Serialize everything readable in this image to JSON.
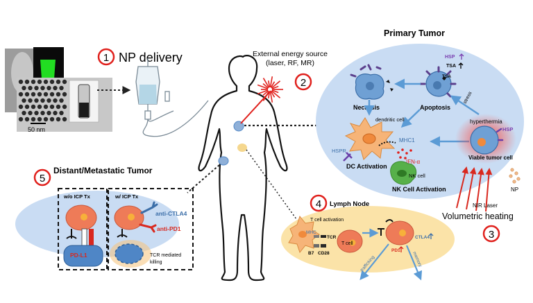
{
  "steps": {
    "s1": {
      "num": "1",
      "label": "NP delivery"
    },
    "s2": {
      "num": "2",
      "label_line1": "External energy source",
      "label_line2": "(laser, RF, MR)"
    },
    "s3": {
      "num": "3",
      "label": "Volumetric heating"
    },
    "s4": {
      "num": "4",
      "label": "Lymph Node"
    },
    "s5": {
      "num": "5",
      "label": "Distant/Metastatic Tumor"
    }
  },
  "photos": {
    "scale_bar": "50 nm"
  },
  "primary_tumor": {
    "title": "Primary Tumor",
    "necrosis": "Necrosis",
    "apoptosis": "Apoptosis",
    "hsp": "HSP",
    "tsa": "TSA",
    "tsa2": "TSA",
    "stress": "stress",
    "dendritic_cell": "dendritic cell",
    "mhc1": "MHC1",
    "hspr": "HSPR",
    "dc_activation": "DC Activation",
    "ifn": "IFN-α",
    "nk_cell": "NK cell",
    "nk_activation": "NK Cell Activation",
    "hyperthermia": "hyperthermia",
    "hsp2": "HSP",
    "viable": "Viable tumor cell",
    "np": "NP",
    "nir_laser": "NIR Laser"
  },
  "lymph_node": {
    "t_activation": "T cell activation",
    "mhc": "MHC",
    "tcr": "TCR",
    "b7": "B7",
    "cd28": "CD28",
    "t_cell": "T cell",
    "pd1": "PD1",
    "ctla4": "CTLA4",
    "trafficking": "trafficking",
    "memory": "memory"
  },
  "metastatic": {
    "wo": "w/o ICP Tx",
    "w": "w/ ICP Tx",
    "anti_ctla4": "anti-CTLA4",
    "anti_pd1": "anti-PD1",
    "pdl1": "PD-L1",
    "tcr_line1": "TCR mediated",
    "tcr_line2": "killing"
  },
  "colors": {
    "step_ring": "#e0201c",
    "tumor_bg": "#c9dcf3",
    "lymph_bg": "#fbe3a8",
    "arrow": "#5b9bd5",
    "cell_orange": "#ee7b58",
    "cell_blue": "#4f86c6"
  }
}
